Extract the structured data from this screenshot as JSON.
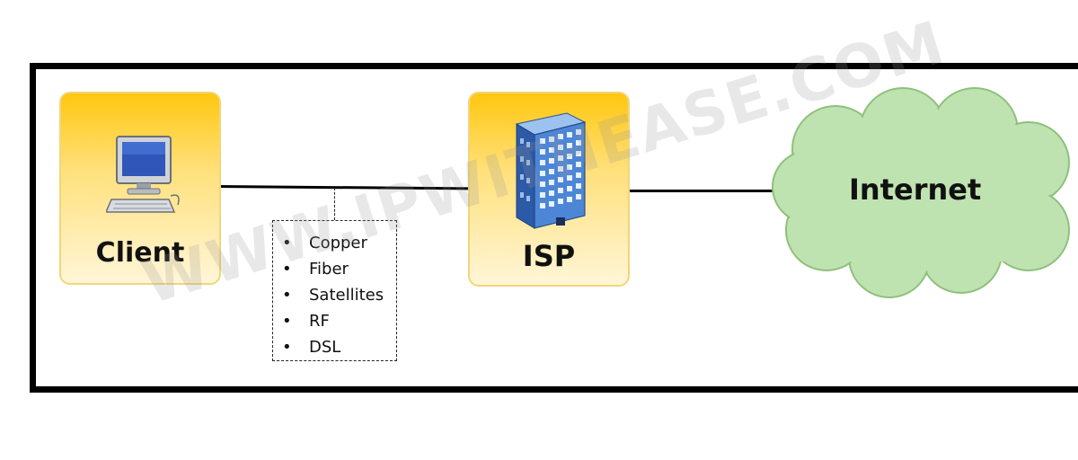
{
  "client": {
    "label": "Client"
  },
  "isp": {
    "label": "ISP"
  },
  "internet": {
    "label": "Internet"
  },
  "media": {
    "items": [
      "Copper",
      "Fiber",
      "Satellites",
      "RF",
      "DSL"
    ],
    "bullet": "•"
  },
  "watermark": {
    "text": "WWW.IPWITHEASE.COM"
  },
  "colors": {
    "node_top": "#ffc70f",
    "node_bottom": "#fff6d8",
    "node_border": "#f2d57a",
    "cloud_fill": "#bfe3b0",
    "cloud_stroke": "#8ec07c",
    "building": "#3b73c8"
  }
}
